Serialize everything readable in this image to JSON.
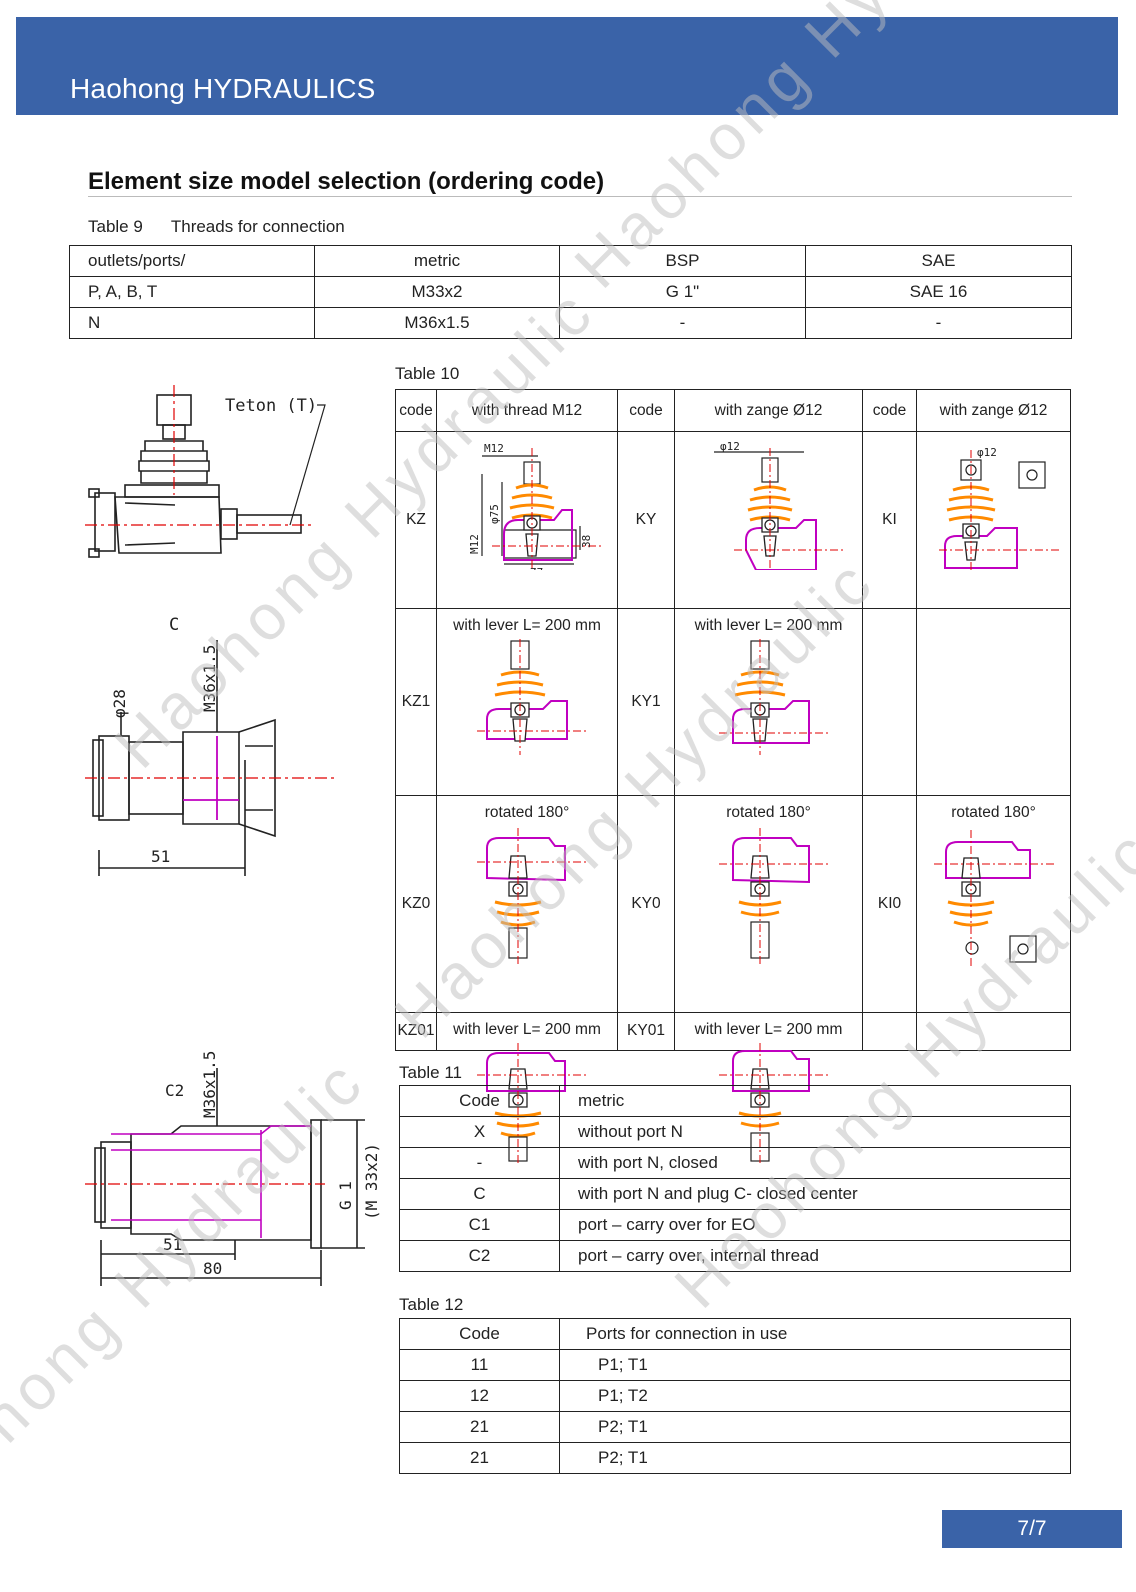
{
  "header": {
    "brand": "Haohong HYDRAULICS"
  },
  "section_title": "Element size model selection (ordering code)",
  "table9": {
    "caption": "Table 9      Threads for connection",
    "rows": [
      [
        "outlets/ports/",
        "metric",
        "BSP",
        "SAE"
      ],
      [
        "P, A, B, T",
        "M33x2",
        "G 1\"",
        "SAE 16"
      ],
      [
        "N",
        "M36x1.5",
        "-",
        "-"
      ]
    ]
  },
  "table10": {
    "caption": "Table 10",
    "headers": [
      "code",
      "with thread M12",
      "code",
      "with zange Ø12",
      "code",
      "with zange Ø12"
    ],
    "rows": [
      {
        "c1": "KZ",
        "d1": "",
        "c2": "KY",
        "d2": "",
        "c3": "KI",
        "d3": ""
      },
      {
        "c1": "KZ1",
        "d1": "with lever L= 200 mm",
        "c2": "KY1",
        "d2": "with lever L= 200 mm",
        "c3": "",
        "d3": ""
      },
      {
        "c1": "KZ0",
        "d1": "rotated 180°",
        "c2": "KY0",
        "d2": "rotated 180°",
        "c3": "KI0",
        "d3": "rotated 180°"
      },
      {
        "c1": "KZ01",
        "d1": "with lever L= 200 mm",
        "c2": "KY01",
        "d2": "with lever L= 200 mm",
        "c3": "",
        "d3": ""
      }
    ],
    "drawing_labels": {
      "m12": "M12",
      "phi75": "φ75",
      "m12v": "M12",
      "d38": "38",
      "d77": "77",
      "phi12a": "φ12",
      "phi12b": "φ12"
    }
  },
  "left_drawings": {
    "teton": "Teton (T)",
    "c_label": "C",
    "phi28": "φ28",
    "m36": "M36x1.5",
    "d51": "51",
    "c2_label": "C2",
    "m36b": "M36x1.5",
    "g1": "G 1",
    "m33": "(M 33x2)",
    "d51b": "51",
    "d80": "80"
  },
  "table11": {
    "caption": "Table 11",
    "rows": [
      [
        "Code",
        "metric"
      ],
      [
        "X",
        "without port N"
      ],
      [
        "-",
        "with port N, closed"
      ],
      [
        "C",
        "with port N and plug C- closed center"
      ],
      [
        "C1",
        "port – carry over for EO"
      ],
      [
        "C2",
        "port – carry over, internal thread"
      ]
    ]
  },
  "table12": {
    "caption": "Table 12",
    "rows": [
      [
        "Code",
        "Ports for connection in use"
      ],
      [
        "11",
        "P1; T1"
      ],
      [
        "12",
        "P1; T2"
      ],
      [
        "21",
        "P2; T1"
      ],
      [
        "21",
        "P2; T1"
      ]
    ]
  },
  "watermark": "Haohong Hydraulic",
  "page_number": "7/7",
  "colors": {
    "header": "#3a63a8",
    "magenta": "#c000c0",
    "orange": "#ff8a00",
    "red": "#e00000"
  }
}
